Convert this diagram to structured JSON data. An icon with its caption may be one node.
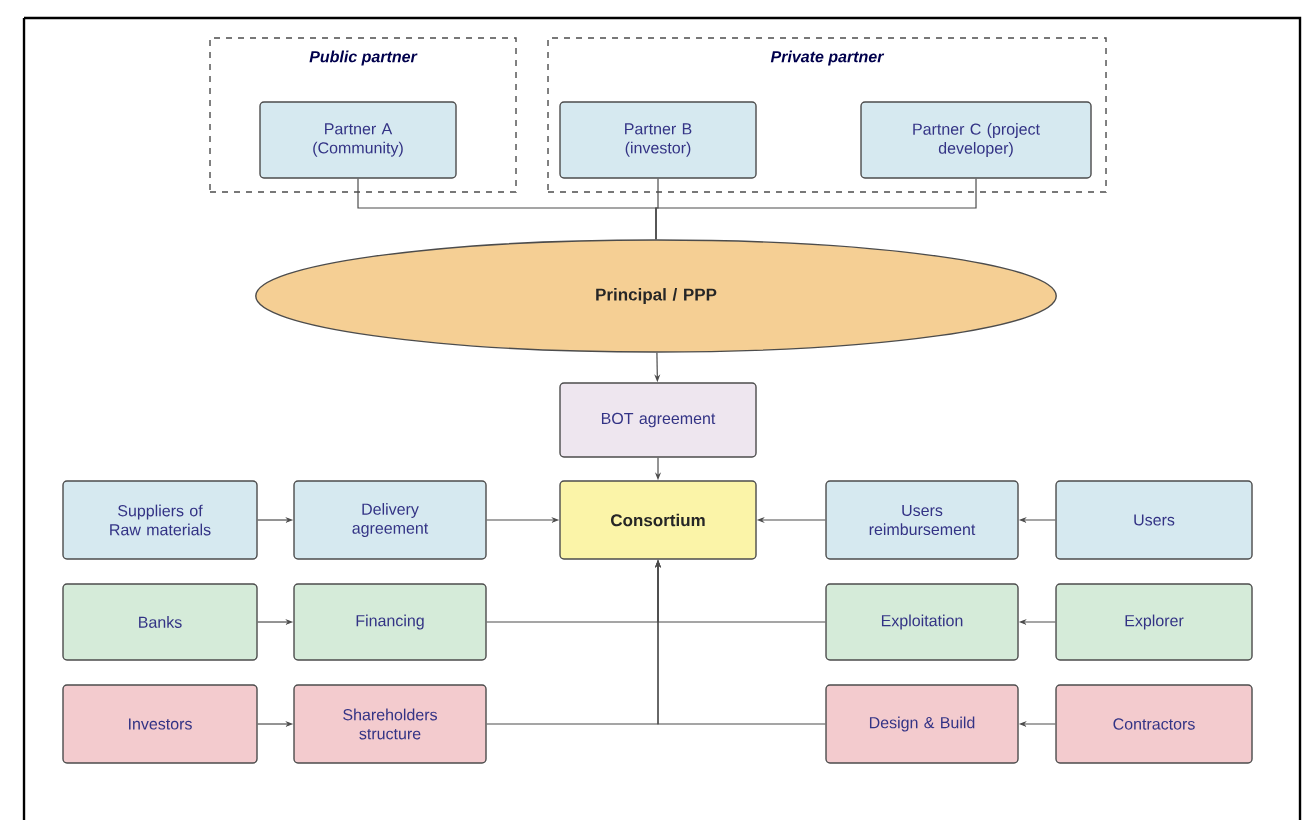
{
  "diagram": {
    "nodes": [
      {
        "text": [
          "Public partner"
        ]
      },
      {
        "text": [
          "Partner A (Community)"
        ],
        "in": 0
      },
      {
        "text": [
          "Private partner"
        ]
      },
      {
        "text": [
          "Partner B (investor)"
        ],
        "in": 2
      },
      {
        "text": [
          "Partner C (project developer)"
        ],
        "in": 2
      },
      {
        "text": [
          "Principal / PPP"
        ]
      },
      {
        "text": [
          "BOT agreement"
        ]
      },
      {
        "text": [
          "Suppliers of Raw materials"
        ]
      },
      {
        "text": [
          "Delivery agreement"
        ]
      },
      {
        "text": [
          "Consortium"
        ]
      },
      {
        "text": [
          "Users reimbursement"
        ]
      },
      {
        "text": [
          "Users"
        ]
      },
      {
        "text": [
          "Banks"
        ]
      },
      {
        "text": [
          "Financing"
        ]
      },
      {
        "text": [
          "Exploitation"
        ]
      },
      {
        "text": [
          "Explorer"
        ]
      },
      {
        "text": [
          "Investors"
        ]
      },
      {
        "text": [
          "Shareholders structure"
        ]
      },
      {
        "text": [
          "Design & Build"
        ]
      },
      {
        "text": [
          "Contractors"
        ]
      }
    ],
    "edges": [
      {
        "from": 1,
        "to": 5,
        "arrow": "none"
      },
      {
        "from": 3,
        "to": 5,
        "arrow": "none"
      },
      {
        "from": 4,
        "to": 5,
        "arrow": "none"
      },
      {
        "from": 5,
        "to": 6,
        "arrow": "to"
      },
      {
        "from": 6,
        "to": 9,
        "arrow": "to"
      },
      {
        "from": 7,
        "to": 8,
        "arrow": "to"
      },
      {
        "from": 8,
        "to": 9,
        "arrow": "to"
      },
      {
        "from": 10,
        "to": 9,
        "arrow": "to"
      },
      {
        "from": 11,
        "to": 10,
        "arrow": "to"
      },
      {
        "from": 12,
        "to": 13,
        "arrow": "to"
      },
      {
        "from": 15,
        "to": 14,
        "arrow": "to"
      },
      {
        "from": 16,
        "to": 17,
        "arrow": "to"
      },
      {
        "from": 19,
        "to": 18,
        "arrow": "to"
      },
      {
        "from": 13,
        "to": 9,
        "arrow": "to"
      },
      {
        "from": 14,
        "to": 9,
        "arrow": "to"
      },
      {
        "from": 17,
        "to": 9,
        "arrow": "to"
      },
      {
        "from": 18,
        "to": 9,
        "arrow": "to"
      }
    ]
  }
}
